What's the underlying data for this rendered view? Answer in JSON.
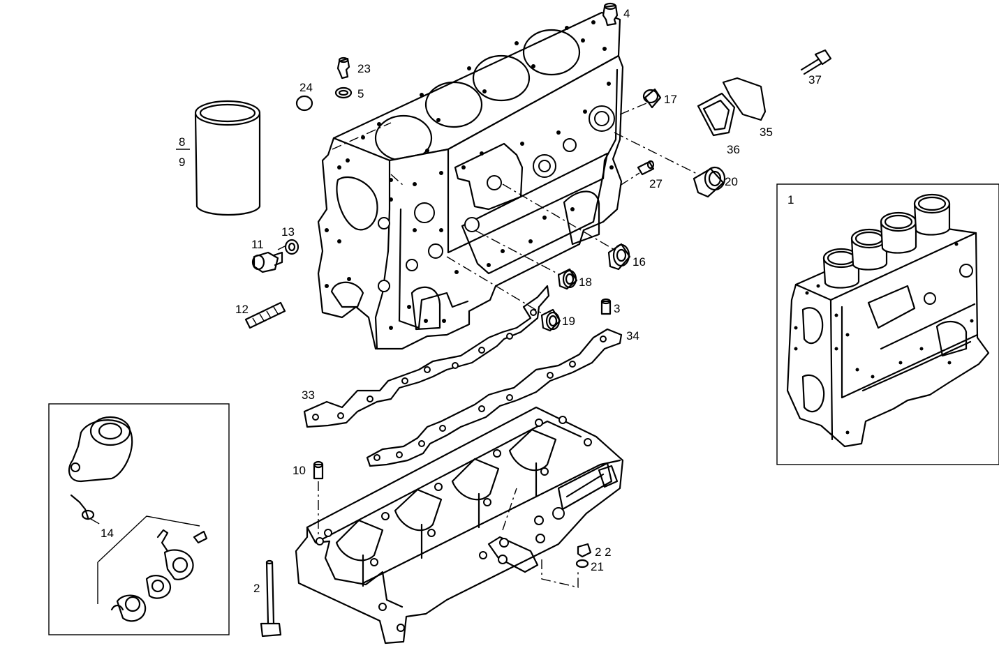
{
  "diagram": {
    "labels": {
      "p1": "1",
      "p2": "2",
      "p3": "3",
      "p4": "4",
      "p5": "5",
      "p8": "8",
      "p9": "9",
      "p10": "10",
      "p11": "11",
      "p12": "12",
      "p13": "13",
      "p14": "14",
      "p16": "16",
      "p17": "17",
      "p18": "18",
      "p19": "19",
      "p20": "20",
      "p21": "21",
      "p22": "2 2",
      "p23": "23",
      "p24": "24",
      "p27": "27",
      "p33": "33",
      "p34": "34",
      "p35": "35",
      "p36": "36",
      "p37": "37"
    }
  }
}
